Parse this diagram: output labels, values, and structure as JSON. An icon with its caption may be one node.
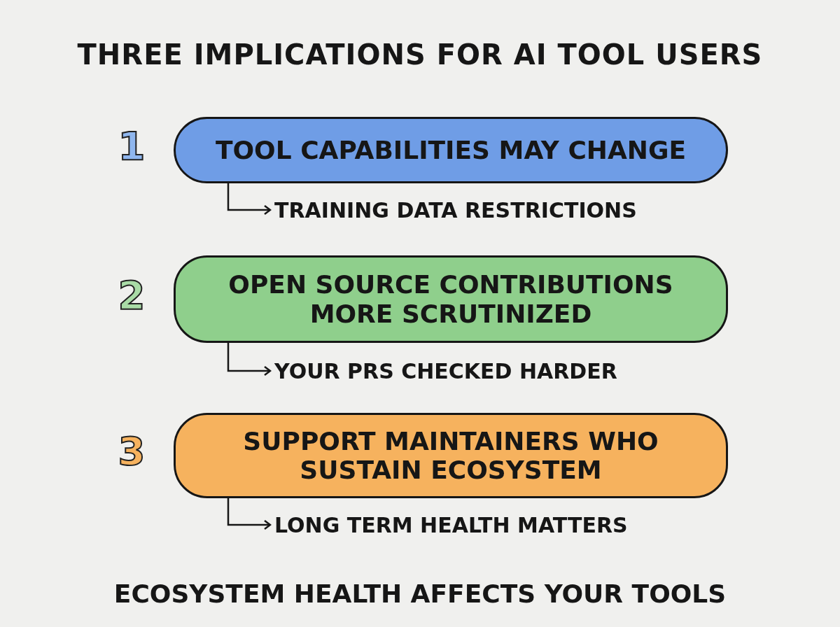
{
  "diagram": {
    "title": "THREE IMPLICATIONS FOR AI TOOL USERS",
    "nodes": [
      {
        "text": [
          "TOOL CAPABILITIES MAY CHANGE"
        ],
        "beside": [
          "1"
        ]
      },
      {
        "text": [
          "TRAINING DATA RESTRICTIONS"
        ]
      },
      {
        "text": [
          "OPEN SOURCE CONTRIBUTIONS MORE SCRUTINIZED"
        ],
        "beside": [
          "2"
        ]
      },
      {
        "text": [
          "YOUR PRS CHECKED HARDER"
        ]
      },
      {
        "text": [
          "SUPPORT MAINTAINERS WHO SUSTAIN ECOSYSTEM"
        ],
        "beside": [
          "3"
        ]
      },
      {
        "text": [
          "LONG TERM HEALTH MATTERS"
        ]
      }
    ],
    "edges": [
      {
        "from": 0,
        "to": 1,
        "arrow": "to"
      },
      {
        "from": 2,
        "to": 3,
        "arrow": "to"
      },
      {
        "from": 4,
        "to": 5,
        "arrow": "to"
      }
    ],
    "caption": "ECOSYSTEM HEALTH AFFECTS YOUR TOOLS"
  }
}
